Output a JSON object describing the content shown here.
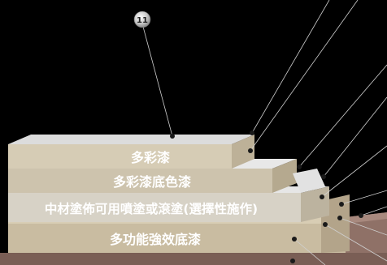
{
  "callout": {
    "number": "11"
  },
  "layers": [
    {
      "label": "多彩漆"
    },
    {
      "label": "多彩漆底色漆"
    },
    {
      "label": "中材塗佈可用噴塗或滾塗(選擇性施作)"
    },
    {
      "label": "多功能強效底漆"
    }
  ]
}
